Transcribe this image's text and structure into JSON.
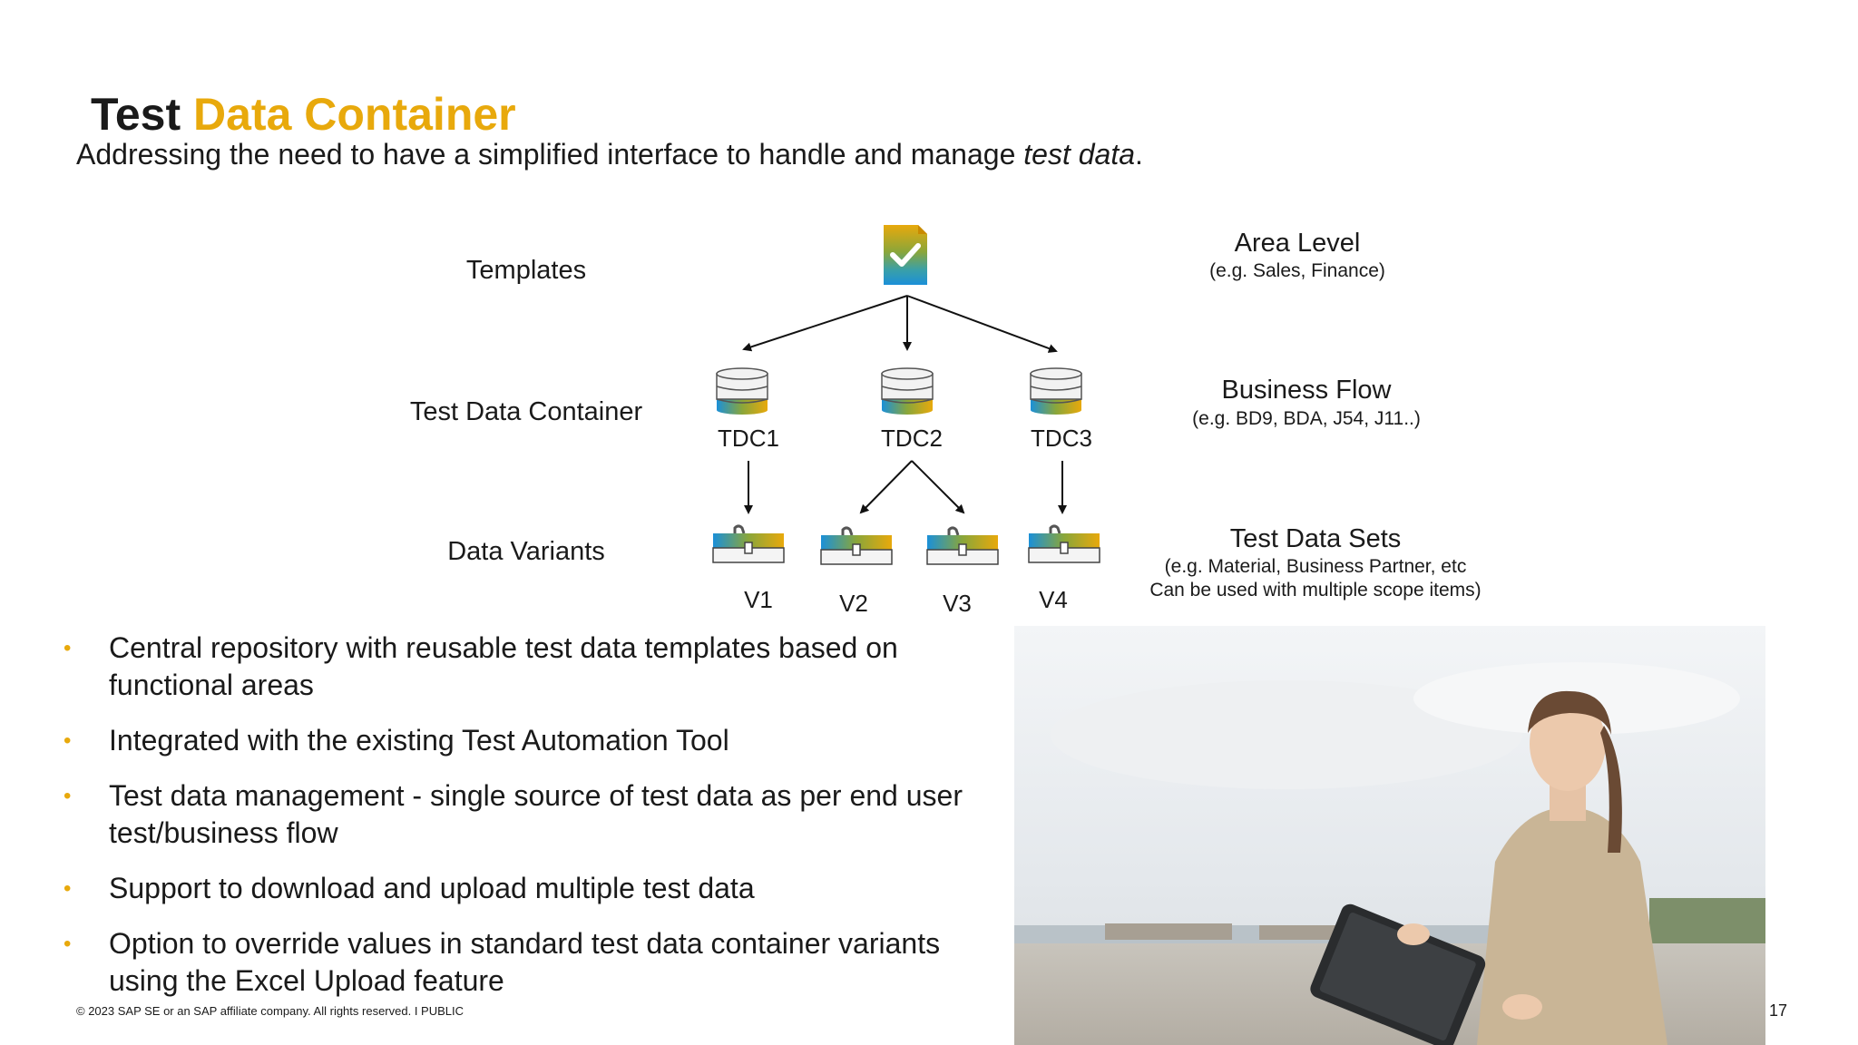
{
  "title": {
    "part1": "Test",
    "part2": "Data Container"
  },
  "subtitle": {
    "text": "Addressing the need to have a simplified interface to handle and manage ",
    "emphasis": "test data",
    "end": "."
  },
  "diagram": {
    "levels": {
      "templates": "Templates",
      "containers": "Test Data Container",
      "variants": "Data Variants"
    },
    "tdc": [
      "TDC1",
      "TDC2",
      "TDC3"
    ],
    "variants": [
      "V1",
      "V2",
      "V3",
      "V4"
    ],
    "side": {
      "area_title": "Area Level",
      "area_sub": "(e.g. Sales, Finance)",
      "flow_title": "Business Flow",
      "flow_sub": "(e.g. BD9, BDA, J54, J11..)",
      "sets_title": "Test Data Sets",
      "sets_sub1": "(e.g. Material, Business Partner, etc",
      "sets_sub2": "Can be used with multiple scope items)"
    },
    "colors": {
      "accent": "#e8a90c",
      "blue": "#1b90d8",
      "green": "#8aa63a"
    }
  },
  "bullets": [
    "Central repository with reusable test data templates based on functional areas",
    "Integrated with the existing Test Automation Tool",
    "Test data management - single source of test data as per end user test/business flow",
    "Support to download and upload multiple test data",
    "Option to override values in standard test data container variants using the Excel Upload feature"
  ],
  "footer": {
    "copyright": "© 2023 SAP SE or an SAP affiliate company. All rights reserved.  I   PUBLIC",
    "page": "17"
  }
}
